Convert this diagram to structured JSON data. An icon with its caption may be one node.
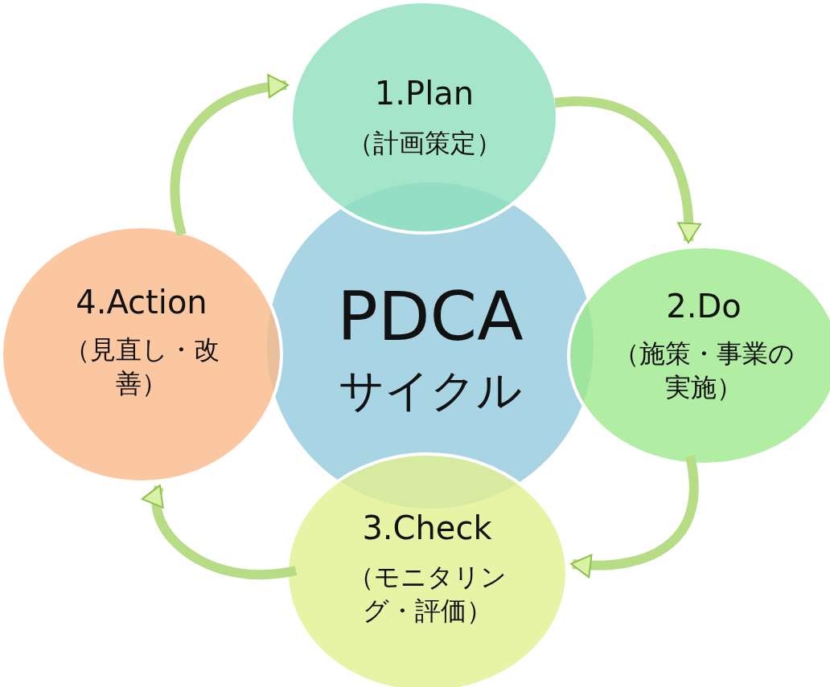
{
  "diagram": {
    "nodes": [
      {
        "text": [
          "PDCA",
          "サイクル"
        ]
      },
      {
        "text": [
          "1.Plan",
          "（計画策定）"
        ]
      },
      {
        "text": [
          "2.Do",
          "（施策・事業の実施）"
        ]
      },
      {
        "text": [
          "3.Check",
          "（モニタリング・評価）"
        ]
      },
      {
        "text": [
          "4.Action",
          "（見直し・改善）"
        ]
      }
    ],
    "edges": [
      {
        "from": 1,
        "to": 2,
        "arrow": "to"
      },
      {
        "from": 2,
        "to": 3,
        "arrow": "to"
      },
      {
        "from": 3,
        "to": 4,
        "arrow": "to"
      },
      {
        "from": 4,
        "to": 1,
        "arrow": "to"
      }
    ]
  }
}
